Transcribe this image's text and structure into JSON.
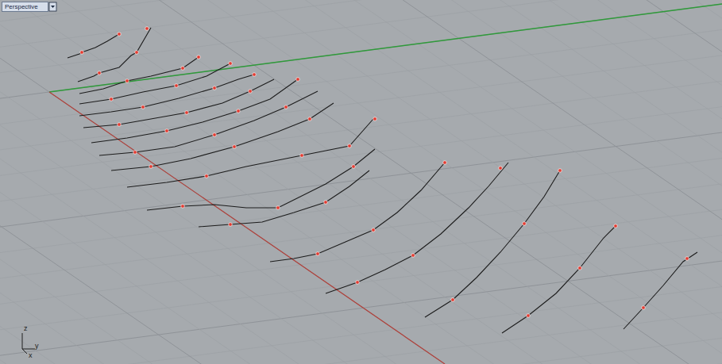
{
  "diagram": {
    "nodes": [
      {
        "text": [
          "Perspective"
        ]
      }
    ],
    "labels": [
      "z",
      "y",
      "x"
    ]
  }
}
